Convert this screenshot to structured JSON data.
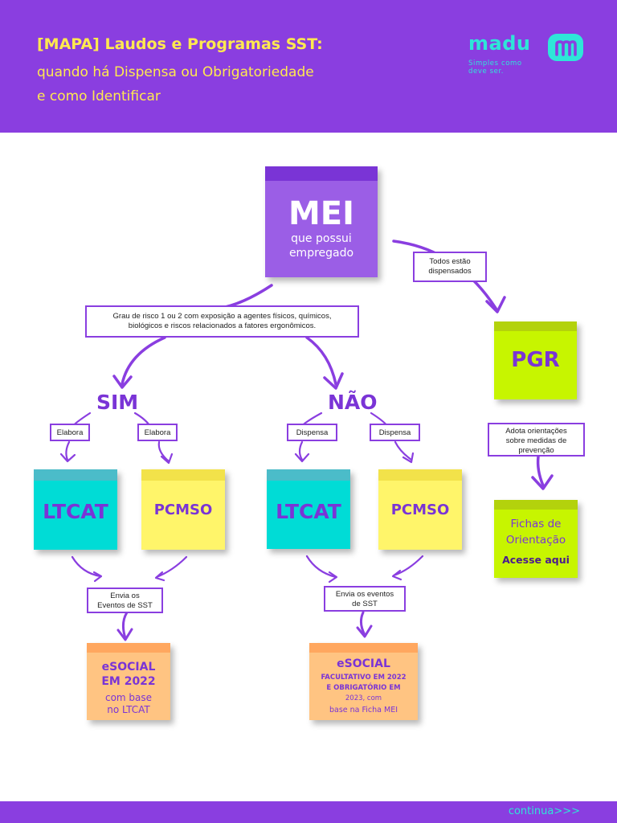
{
  "header": {
    "title": "[MAPA] Laudos e Programas SST:",
    "subtitle_line1": "quando há Dispensa ou Obrigatoriedade",
    "subtitle_line2": "e como Identificar"
  },
  "logo": {
    "wordmark": "madu",
    "mark_letter": "m",
    "tagline_line1": "Simples como",
    "tagline_line2": "deve ser."
  },
  "root": {
    "title": "MEI",
    "subtitle_line1": "que possui",
    "subtitle_line2": "empregado"
  },
  "condition_box": {
    "line1": "Grau de risco 1 ou 2 com exposição a agentes físicos, químicos,",
    "line2": "biológicos e riscos relacionados a fatores ergonômicos."
  },
  "dispensed_box": {
    "line1": "Todos estão",
    "line2": "dispensados"
  },
  "sim_branch": {
    "label": "SIM",
    "left_action": "Elabora",
    "right_action": "Elabora",
    "ltcat": "LTCAT",
    "pcmso": "PCMSO",
    "send_line1": "Envia os",
    "send_line2": "Eventos de SST",
    "esocial": {
      "line1": "eSOCIAL",
      "line2": "EM 2022",
      "line3": "com base",
      "line4": "no LTCAT"
    }
  },
  "nao_branch": {
    "label": "NÃO",
    "left_action": "Dispensa",
    "right_action": "Dispensa",
    "ltcat": "LTCAT",
    "pcmso": "PCMSO",
    "send_line1": "Envia os eventos",
    "send_line2": "de SST",
    "esocial": {
      "line1": "eSOCIAL",
      "line2": "FACULTATIVO EM 2022",
      "line3": "E OBRIGATÓRIO EM",
      "line4": "2023, com",
      "line5": "base na Ficha MEI"
    }
  },
  "pgr_branch": {
    "title": "PGR",
    "guidance_line1": "Adota orientações",
    "guidance_line2": "sobre medidas de",
    "guidance_line3": "prevenção",
    "fichas_line1": "Fichas de",
    "fichas_line2": "Orientação",
    "fichas_link": "Acesse aqui"
  },
  "footer": {
    "continue_label": "continua>>>"
  },
  "colors": {
    "purple": "#8a3ee0",
    "yellow_title": "#ffe94f",
    "teal": "#2ee6d8",
    "cyan_note": "#00dcd6",
    "yellow_note": "#fff56a",
    "lime_note": "#c7f500",
    "orange_note": "#ffc482"
  }
}
